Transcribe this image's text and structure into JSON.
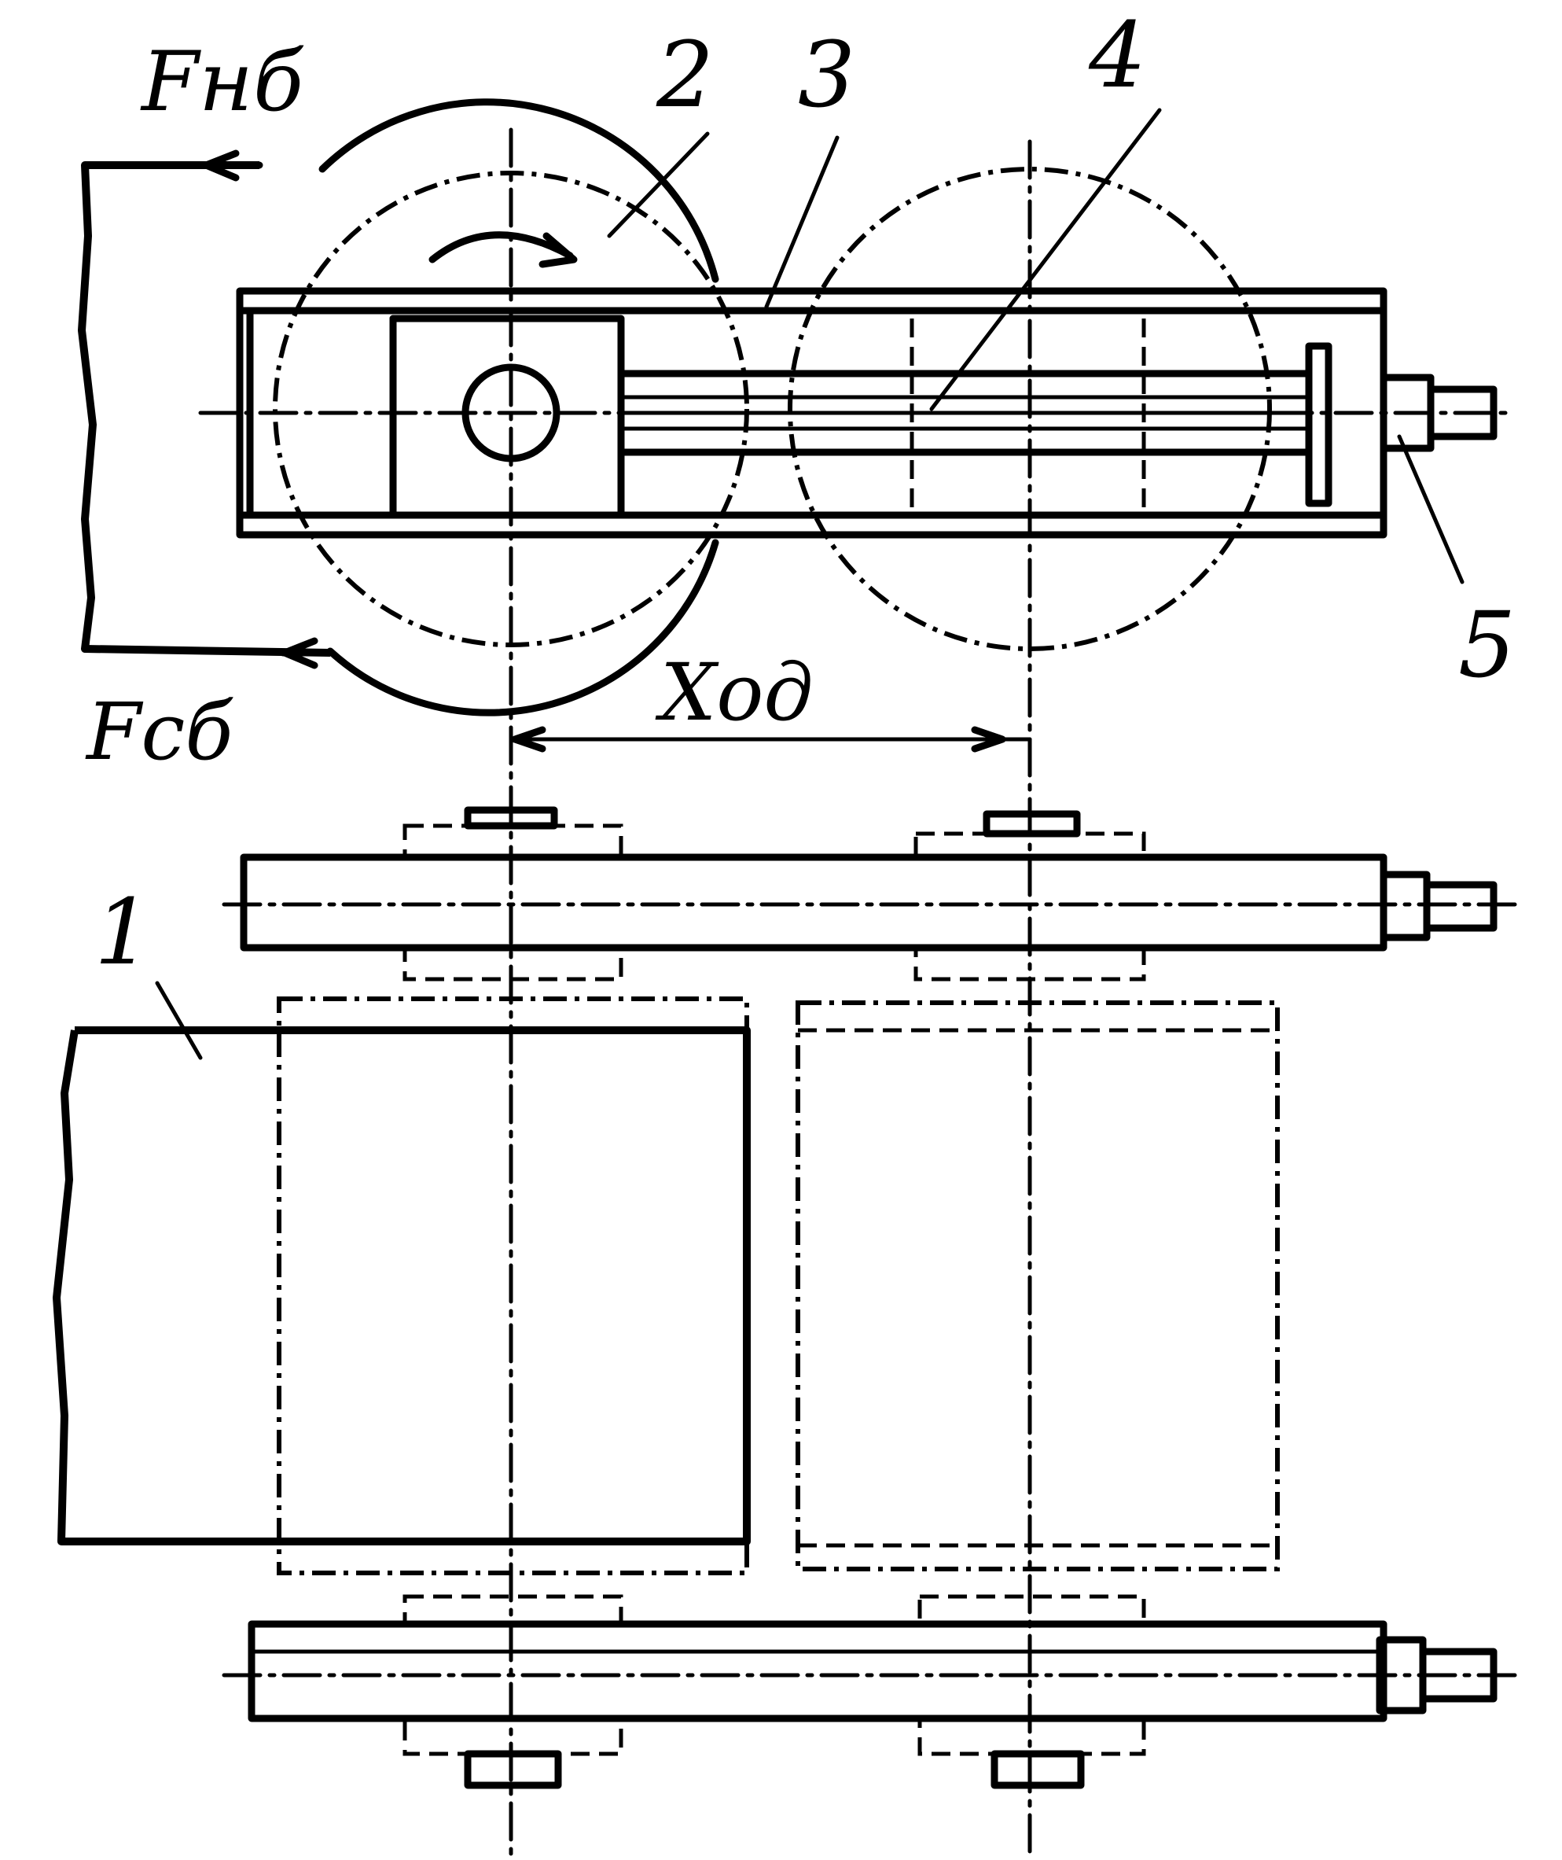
{
  "labels": {
    "force_tight_side": "Fнб",
    "force_slack_side": "Fсб",
    "stroke": "Ход",
    "part_1": "1",
    "part_2": "2",
    "part_3": "3",
    "part_4": "4",
    "part_5": "5"
  },
  "colors": {
    "ink": "#000000",
    "paper": "#ffffff"
  }
}
